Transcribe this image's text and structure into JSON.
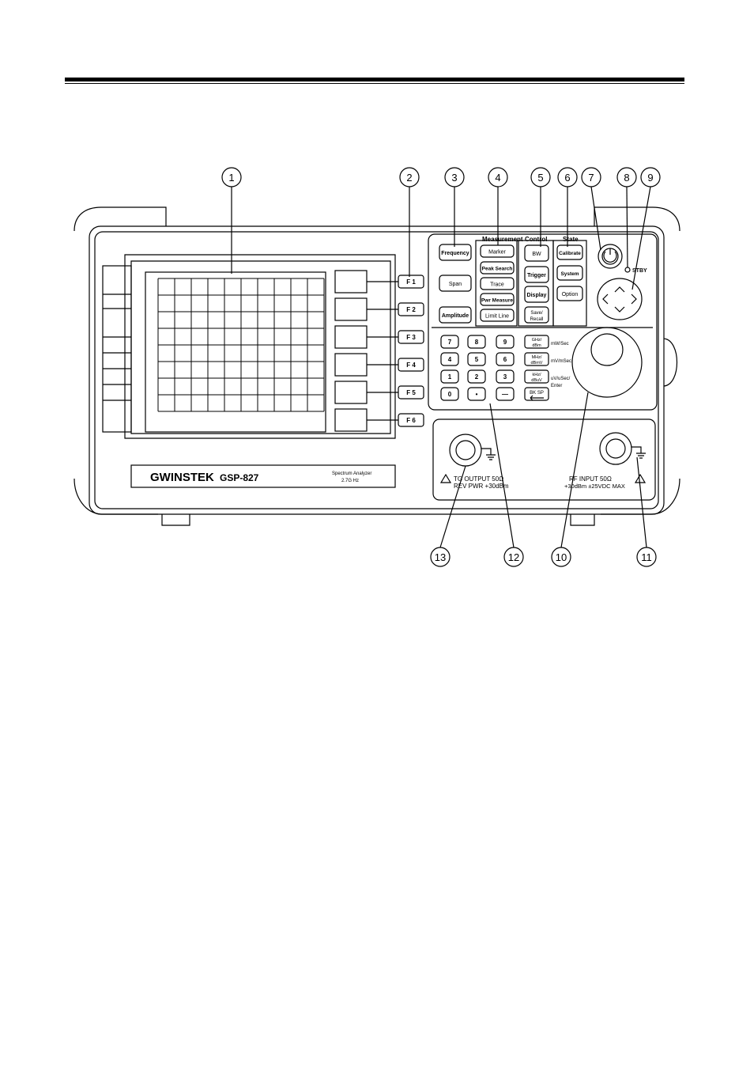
{
  "callouts": [
    "1",
    "2",
    "3",
    "4",
    "5",
    "6",
    "7",
    "8",
    "9",
    "13",
    "12",
    "10",
    "11"
  ],
  "function_keys": [
    "F 1",
    "F 2",
    "F 3",
    "F 4",
    "F 5",
    "F 6"
  ],
  "brand": {
    "logo": "GWINSTEK",
    "model": "GSP-827",
    "desc1": "Spectrum Analyzer",
    "desc2": "2.7G Hz"
  },
  "groups": {
    "measurement": "Measurement",
    "control": "Control",
    "state": "State"
  },
  "keys": {
    "frequency": "Frequency",
    "span": "Span",
    "amplitude": "Amplitude",
    "marker": "Marker",
    "peak_search": "Peak Search",
    "trace": "Trace",
    "pwr_measure": "Pwr Measure",
    "limit_line": "Limit Line",
    "bw": "BW",
    "trigger": "Trigger",
    "display": "Display",
    "save": "Save/",
    "recall": "Recall",
    "calibrate": "Calibrate",
    "system": "System",
    "option": "Option"
  },
  "stby": "STBY",
  "numpad": [
    "7",
    "8",
    "9",
    "4",
    "5",
    "6",
    "1",
    "2",
    "3",
    "0",
    "•",
    "—"
  ],
  "units": [
    {
      "line1": "GHz/",
      "line2": "dBm",
      "side": "mW/Sec"
    },
    {
      "line1": "MHz/",
      "line2": "dBmV",
      "side": "mV/mSec"
    },
    {
      "line1": "kHz/",
      "line2": "dBuV",
      "side": "uV/uSec/",
      "side2": "Enter"
    }
  ],
  "bksp": "BK SP",
  "tg": {
    "line1": "TG OUTPUT 50Ω",
    "line2": "REV PWR +30dBm"
  },
  "rf": {
    "line1": "RF INPUT 50Ω",
    "line2": "+30dBm ±25VDC MAX"
  }
}
